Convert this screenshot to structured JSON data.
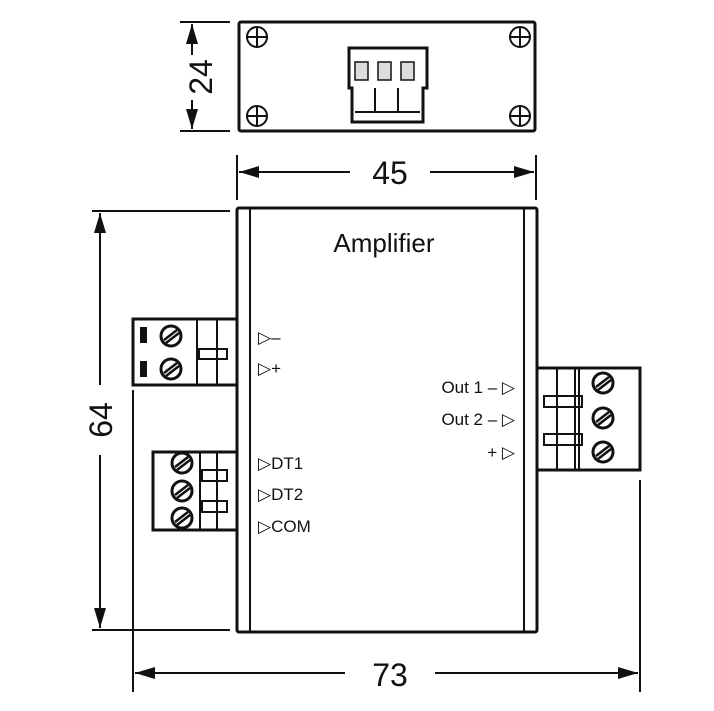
{
  "title": "Amplifier",
  "dimensions": {
    "height_top_view": "24",
    "width": "45",
    "height": "64",
    "overall_width": "73"
  },
  "inputs": {
    "minus": "▷–",
    "plus": "▷+",
    "dt1": "▷DT1",
    "dt2": "▷DT2",
    "com": "▷COM"
  },
  "outputs": {
    "out1": "Out 1 –  ▷",
    "out2": "Out 2 –  ▷",
    "plus": "+  ▷"
  }
}
